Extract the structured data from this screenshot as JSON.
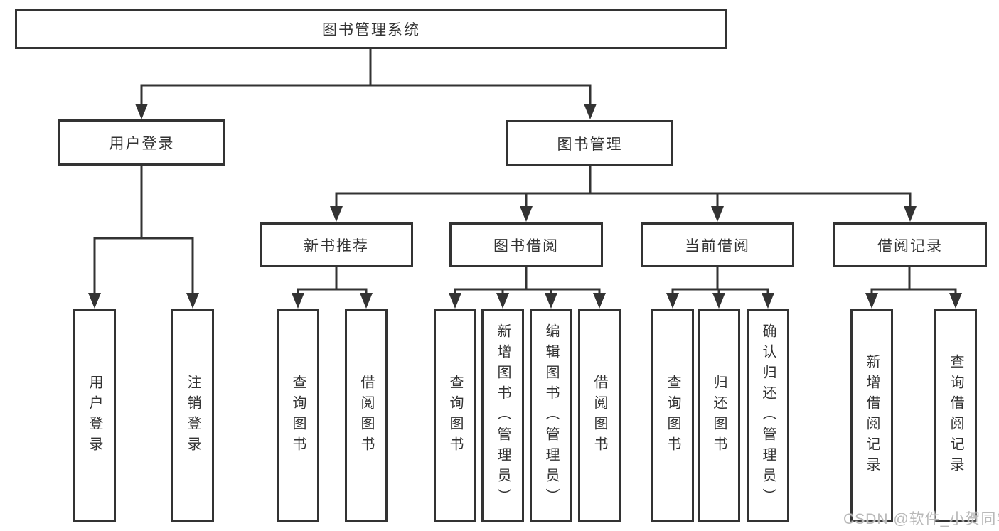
{
  "diagram": {
    "title": "图书管理系统",
    "root": {
      "label": "图书管理系统"
    },
    "branches": [
      {
        "label": "用户登录",
        "leaves": [
          "用户登录",
          "注销登录"
        ]
      },
      {
        "label": "图书管理",
        "children": [
          {
            "label": "新书推荐",
            "leaves": [
              "查询图书",
              "借阅图书"
            ]
          },
          {
            "label": "图书借阅",
            "leaves": [
              "查询图书",
              "新增图书（管理员）",
              "编辑图书（管理员）",
              "借阅图书"
            ]
          },
          {
            "label": "当前借阅",
            "leaves": [
              "查询图书",
              "归还图书",
              "确认归还（管理员）"
            ]
          },
          {
            "label": "借阅记录",
            "leaves": [
              "新增借阅记录",
              "查询借阅记录"
            ]
          }
        ]
      }
    ],
    "colors": {
      "line": "#333333",
      "box_border": "#333333",
      "box_background": "#ffffff",
      "text": "#333333",
      "watermark": "#b9b9b9"
    }
  },
  "watermark": {
    "text": "CSDN @软件_小贺同学"
  }
}
